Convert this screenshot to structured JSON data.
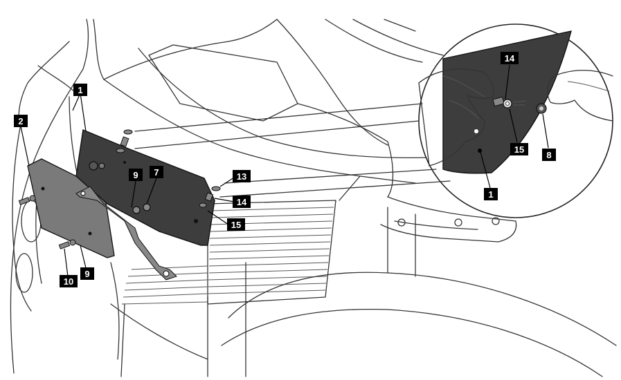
{
  "diagram": {
    "callouts": [
      {
        "id": "c1a",
        "label": "1"
      },
      {
        "id": "c2",
        "label": "2"
      },
      {
        "id": "c9a",
        "label": "9"
      },
      {
        "id": "c7",
        "label": "7"
      },
      {
        "id": "c13",
        "label": "13"
      },
      {
        "id": "c14a",
        "label": "14"
      },
      {
        "id": "c15a",
        "label": "15"
      },
      {
        "id": "c10",
        "label": "10"
      },
      {
        "id": "c9b",
        "label": "9"
      },
      {
        "id": "c14b",
        "label": "14"
      },
      {
        "id": "c15b",
        "label": "15"
      },
      {
        "id": "c8",
        "label": "8"
      },
      {
        "id": "c1b",
        "label": "1"
      }
    ]
  }
}
